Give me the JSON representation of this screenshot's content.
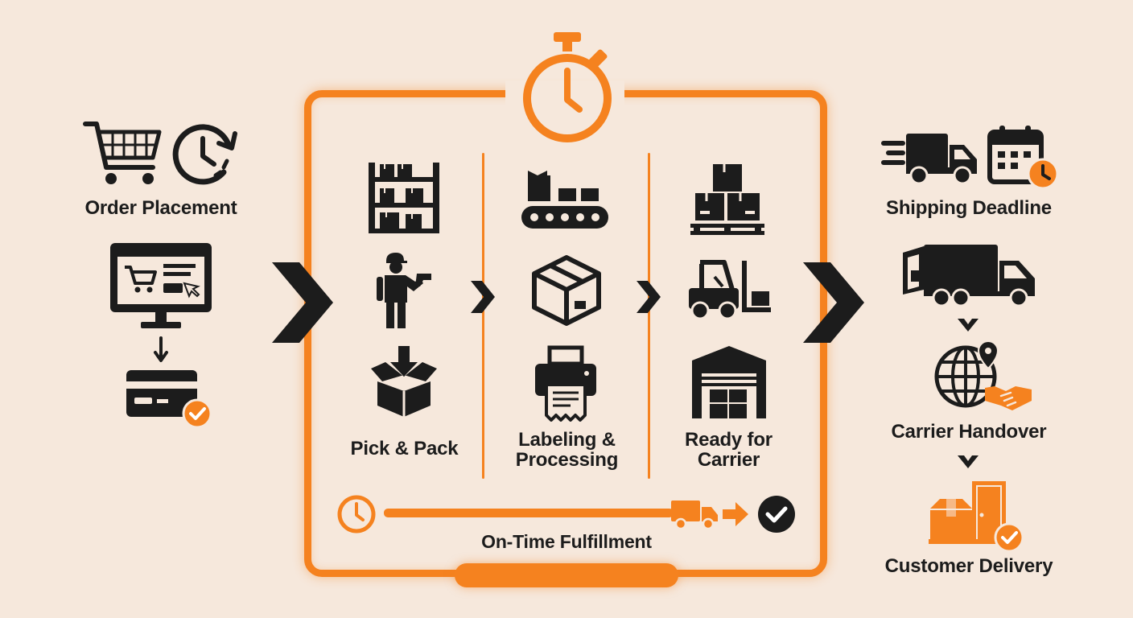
{
  "colors": {
    "accent": "#f5821f",
    "ink": "#1c1c1c",
    "background": "#f6e8dc"
  },
  "left": {
    "title": "Order Placement",
    "icons": [
      "shopping-cart-icon",
      "clock-refresh-icon",
      "computer-store-icon",
      "arrow-down-icon",
      "credit-card-check-icon"
    ]
  },
  "fulfillment": {
    "stages": [
      {
        "label": "Pick & Pack",
        "icons": [
          "warehouse-shelf-icon",
          "worker-scanner-icon",
          "box-drop-icon"
        ]
      },
      {
        "label": "Labeling & Processing",
        "icons": [
          "conveyor-belt-icon",
          "package-box-icon",
          "label-printer-icon"
        ]
      },
      {
        "label": "Ready for Carrier",
        "icons": [
          "pallet-boxes-icon",
          "forklift-icon",
          "warehouse-door-icon"
        ]
      }
    ],
    "footer_label": "On-Time Fulfillment",
    "timeline_icons": [
      "timer-icon",
      "delivery-truck-icon",
      "arrow-right-icon",
      "check-circle-icon"
    ]
  },
  "right": {
    "steps": [
      {
        "label": "Shipping Deadline",
        "icons": [
          "fast-truck-icon",
          "calendar-clock-icon",
          "box-truck-icon"
        ]
      },
      {
        "label": "Carrier Handover",
        "icons": [
          "globe-pin-icon",
          "handshake-icon"
        ]
      },
      {
        "label": "Customer Delivery",
        "icons": [
          "doorstep-package-icon",
          "check-circle-icon"
        ]
      }
    ]
  }
}
